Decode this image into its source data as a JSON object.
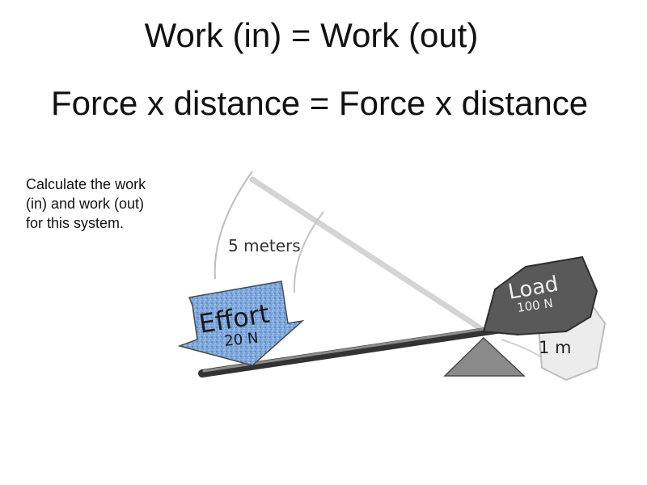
{
  "title": "Work (in) = Work (out)",
  "equation": "Force x distance = Force x distance",
  "prompt": "Calculate the work (in) and work (out) for this system.",
  "diagram": {
    "effort_label": "Effort",
    "effort_value": "20 N",
    "effort_distance": "5 meters",
    "load_label": "Load",
    "load_value": "100 N",
    "load_distance": "1 m"
  },
  "colors": {
    "effort_arrow": "#7fa8dc",
    "rock": "#595959",
    "fulcrum": "#8a8a8a",
    "lever": "#555555"
  }
}
